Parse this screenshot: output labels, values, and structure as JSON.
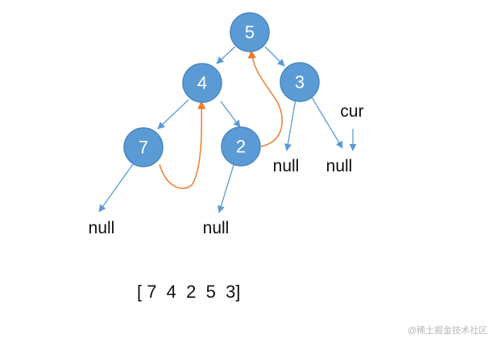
{
  "nodes": [
    {
      "id": "n5",
      "label": "5"
    },
    {
      "id": "n4",
      "label": "4"
    },
    {
      "id": "n3",
      "label": "3"
    },
    {
      "id": "n7",
      "label": "7"
    },
    {
      "id": "n2",
      "label": "2"
    }
  ],
  "null_labels": {
    "null_7": "null",
    "null_2": "null",
    "null_3a": "null",
    "null_3b": "null"
  },
  "pointer_label": "cur",
  "sequence": "[ 7  4  2  5  3]",
  "watermark": "@稀土掘金技术社区",
  "colors": {
    "node_fill": "#5b9bd5",
    "edge": "#5b9bd5",
    "trail": "#ed7d31",
    "text": "#111111"
  }
}
